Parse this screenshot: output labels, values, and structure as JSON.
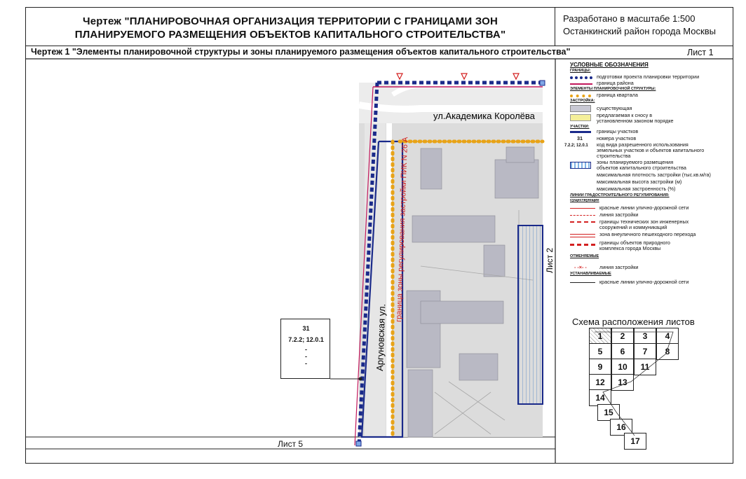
{
  "header": {
    "title_line1": "Чертеж \"ПЛАНИРОВОЧНАЯ ОРГАНИЗАЦИЯ ТЕРРИТОРИИ С ГРАНИЦАМИ ЗОН",
    "title_line2": "ПЛАНИРУЕМОГО РАЗМЕЩЕНИЯ ОБЪЕКТОВ КАПИТАЛЬНОГО СТРОИТЕЛЬСТВА\"",
    "scale_line1": "Разработано в масштабе 1:500",
    "scale_line2": "Останкинский район города Москвы",
    "subtitle": "Чертеж 1 \"Элементы планировочной структуры и зоны планируемого размещения объектов капитального строительства\"",
    "sheet": "Лист 1"
  },
  "map": {
    "street_top": "ул.Академика Королёва",
    "street_left": "Аргуновская ул.",
    "zone_label": "граница зоны регулирования застройки ПИК N 26 А",
    "sheet_right": "Лист 2",
    "sheet_bottom": "Лист 5",
    "lot_number": "31",
    "lot_code": "7.2.2; 12.0.1",
    "lot_dot1": "-",
    "lot_dot2": "-",
    "lot_dot3": "-"
  },
  "legend": {
    "title": "УСЛОВНЫЕ ОБОЗНАЧЕНИЯ",
    "h_boundaries": "ГРАНИЦЫ:",
    "boundary_project": "подготовки проекта планировки территории",
    "boundary_district": "граница района",
    "h_elements": "ЭЛЕМЕНТЫ ПЛАНИРОВОЧНОЙ СТРУКТУРЫ:",
    "block_boundary": "граница квартала",
    "h_buildings": "ЗАСТРОЙКА:",
    "existing": "существующая",
    "demolish1": "предлагаемая к сносу в",
    "demolish2": "установленном законом порядке",
    "h_plots": "УЧАСТКИ:",
    "plot_bounds": "границы участков",
    "plot_num_sample": "31",
    "plot_num": "номера участков",
    "code_sample": "7.2.2; 12.0.1",
    "code1": "код вида разрешенного использования",
    "code2": "земельных участков и объектов капитального",
    "code3": "строительства",
    "zone1": "зоны планируемого размещения",
    "zone2": "объектов капитального строительства",
    "density": "максимальная плотность застройки (тыс.кв.м/га)",
    "height": "максимальная высота застройки (м)",
    "coverage": "максимальная застроенность (%)",
    "h_lines": "ЛИНИИ ГРАДОСТРОИТЕЛЬНОГО РЕГУЛИРОВАНИЯ:",
    "h_existing": "существующие",
    "red_lines": "красные линии улично-дорожной сети",
    "build_line": "линия застройки",
    "tech1": "границы технических зон инженерных",
    "tech2": "сооружений и коммуникаций",
    "crossing": "зона внеуличного пешеходного перехода",
    "nature1": "границы объектов природного",
    "nature2": "комплекса города Москвы",
    "h_cancelled": "ОТМЕНЯЕМЫЕ",
    "cancel_build": "линия застройки",
    "h_established": "УСТАНАВЛИВАЕМЫЕ",
    "new_red": "красные линии улично-дорожной сети"
  },
  "scheme": {
    "title": "Схема расположения листов",
    "cells": [
      "1",
      "2",
      "3",
      "4",
      "5",
      "6",
      "7",
      "8",
      "9",
      "10",
      "11",
      "12",
      "13",
      "14",
      "15",
      "16",
      "17"
    ]
  },
  "colors": {
    "project_boundary": "#1a2a8a",
    "district": "#c2185b",
    "block_dots": "#e8a317",
    "existing_fill": "#c9c9d4",
    "demolish_fill": "#f4ef9a",
    "plot_line": "#1a2a8a",
    "zone_fill": "#7fb3e6",
    "red_line": "#d32020"
  }
}
